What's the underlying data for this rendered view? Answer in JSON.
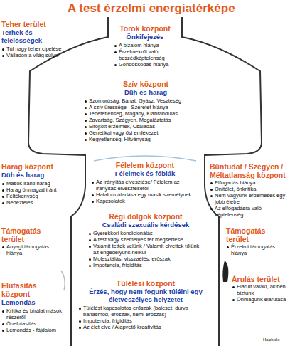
{
  "diagram": {
    "title": "A test érzelmi energiatérképe",
    "nodes": [
      {
        "text": [
          "Teher terület",
          "Terhek és felelősségek",
          "Túl nagy teher cipelése",
          "Válladon a világ súlya"
        ]
      },
      {
        "text": [
          "Torok központ",
          "Önkifejezés",
          "A bizalom hiánya",
          "Érzelmekről való beszédképtelenség",
          "Gondoskodás hiánya"
        ]
      },
      {
        "text": [
          "Szív központ",
          "Düh és harag",
          "Szomorúság, Bánat, Gyász, Veszteség",
          "A szív üressége - Szeretet hiánya",
          "Tehetetlenség, Magány, Kiábrándulás",
          "Zavartság, Szégyen, Megaláztatás",
          "Elfojtott érzelmek, Családás",
          "Genetikai vagy ősi emlékezet",
          "Kegyetlenség, Hitványság"
        ]
      },
      {
        "text": [
          "Harag központ",
          "Düh és harag",
          "Mások iránti harag",
          "Harag önmagad iránt",
          "Féltékenység",
          "Neheztelés"
        ]
      },
      {
        "text": [
          "Félelem központ",
          "Félelmek és fóbiák",
          "Az irányítás elvesztése/ Félelem az irányítás elvesztésétől",
          "Hatalom átadása egy másik személynek",
          "Kapcsolatok"
        ]
      },
      {
        "text": [
          "Bűntudat / Szégyen / Méltatlanság központ",
          "Elfogadás hiánya",
          "Önítélet, önkritika",
          "Nem vagyunk érdemesek egy jobb életre",
          "Az elfogadásra való képtelenség"
        ]
      },
      {
        "text": [
          "Támogatás terület",
          "Anyagi támogatás hiánya"
        ]
      },
      {
        "text": [
          "Régi dolgok központ",
          "Családi szexuális kérdések",
          "Gyerekkori kondicionálás",
          "A test vagy személyes tér megsértése",
          "Valamit tettek velünk / Valamit elvettek tőlünk az engedélyünk nélkül",
          "Molesztálás, visszaélés, erőszak",
          "Impotencia, frigiditás"
        ]
      },
      {
        "text": [
          "Támogatás terület",
          "Érzelmi támogatás hiánya"
        ]
      },
      {
        "text": [
          "Elutasítás központ",
          "Lemondás",
          "Kritika és bírálat mások részéről",
          "Önelutasítás",
          "Lemondás - fájdalom"
        ]
      },
      {
        "text": [
          "Túlélési központ",
          "Érzés, hogy nem fogunk túlélni egy életveszélyes helyzetet",
          "Túlélést kapcsolatos erőszak (baleset, durva bánásmód, erőszak, nemi erőszak)",
          "Impotencia, frigiditás",
          "Az élet elve / Alapvető kreativitás"
        ]
      },
      {
        "text": [
          "Árulás terület",
          "Elárult valaki, akiben bíztunk",
          "Önmagunk elárulása"
        ]
      }
    ],
    "labels": [
      "Hapkido"
    ]
  }
}
